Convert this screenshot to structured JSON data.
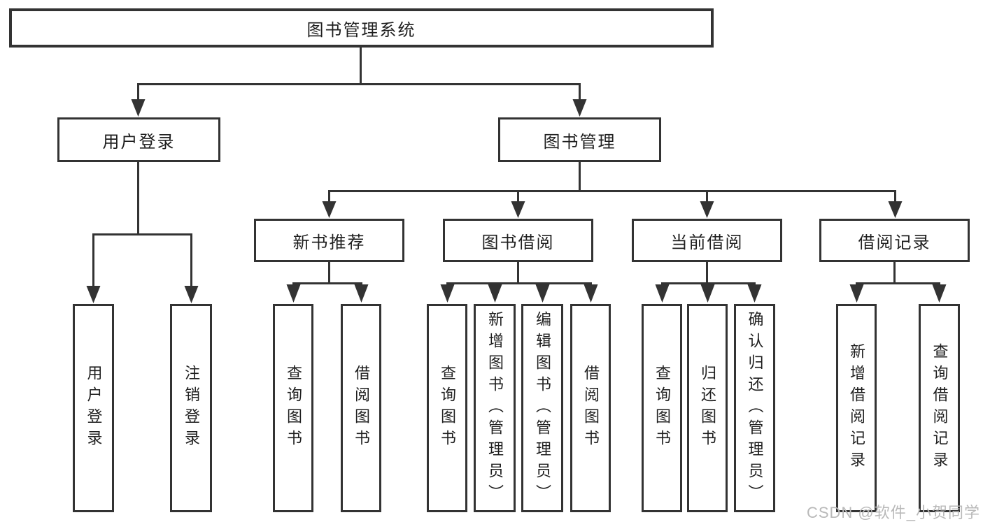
{
  "tree": {
    "root": {
      "label": "图书管理系统",
      "children": [
        {
          "label": "用户登录",
          "children": [
            {
              "label": "用户登录"
            },
            {
              "label": "注销登录"
            }
          ]
        },
        {
          "label": "图书管理",
          "children": [
            {
              "label": "新书推荐",
              "children": [
                {
                  "label": "查询图书"
                },
                {
                  "label": "借阅图书"
                }
              ]
            },
            {
              "label": "图书借阅",
              "children": [
                {
                  "label": "查询图书"
                },
                {
                  "label": "新增图书（管理员）"
                },
                {
                  "label": "编辑图书（管理员）"
                },
                {
                  "label": "借阅图书"
                }
              ]
            },
            {
              "label": "当前借阅",
              "children": [
                {
                  "label": "查询图书"
                },
                {
                  "label": "归还图书"
                },
                {
                  "label": "确认归还（管理员）"
                }
              ]
            },
            {
              "label": "借阅记录",
              "children": [
                {
                  "label": "新增借阅记录"
                },
                {
                  "label": "查询借阅记录"
                }
              ]
            }
          ]
        }
      ]
    }
  },
  "watermark": {
    "text": "CSDN @软件_小贺同学"
  },
  "colors": {
    "line": "#333333",
    "box_border": "#333333",
    "text": "#1f1f1f",
    "watermark": "#b9b9b9",
    "background": "#ffffff"
  }
}
